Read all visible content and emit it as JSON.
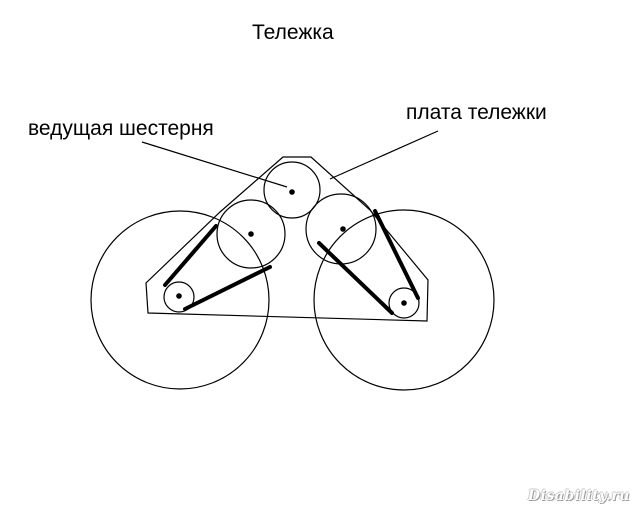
{
  "title": "Тележка",
  "labels": {
    "drive_gear": "ведущая шестерня",
    "cart_plate": "плата тележки"
  },
  "watermark": "Disability.ru",
  "colors": {
    "line": "#000000",
    "background": "#ffffff"
  }
}
